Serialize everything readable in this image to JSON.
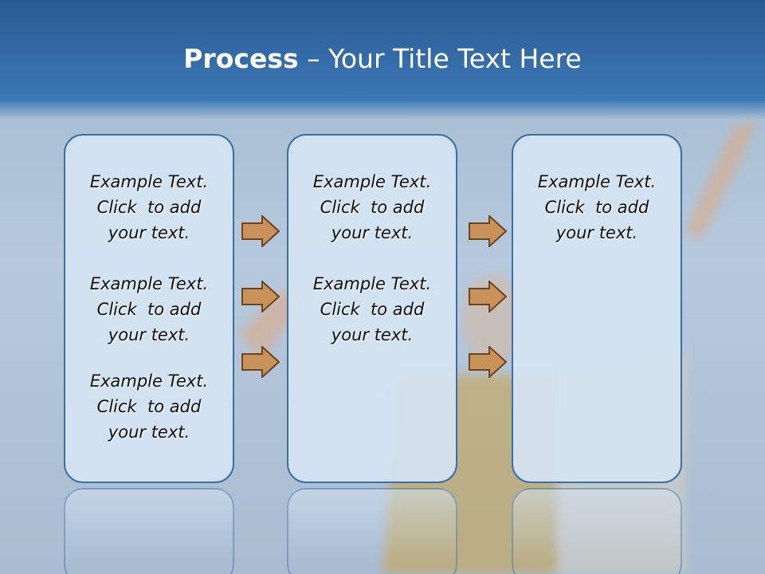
{
  "title": {
    "bold": "Process",
    "rest": " – Your Title Text Here"
  },
  "panels": [
    {
      "blocks": [
        {
          "line1": "Example Text.",
          "line2": "Click  to add",
          "line3": "your text."
        },
        {
          "line1": "Example Text.",
          "line2": "Click  to add",
          "line3": "your text."
        },
        {
          "line1": "Example Text.",
          "line2": "Click  to add",
          "line3": "your text."
        }
      ]
    },
    {
      "blocks": [
        {
          "line1": "Example Text.",
          "line2": "Click  to add",
          "line3": "your text."
        },
        {
          "line1": "Example Text.",
          "line2": "Click  to add",
          "line3": "your text."
        }
      ]
    },
    {
      "blocks": [
        {
          "line1": "Example Text.",
          "line2": "Click  to add",
          "line3": "your text."
        }
      ]
    }
  ],
  "colors": {
    "accent": "#3b6ea5",
    "arrow_fill": "#c9925a",
    "arrow_stroke": "#6b4420",
    "title_text": "#ffffff"
  }
}
